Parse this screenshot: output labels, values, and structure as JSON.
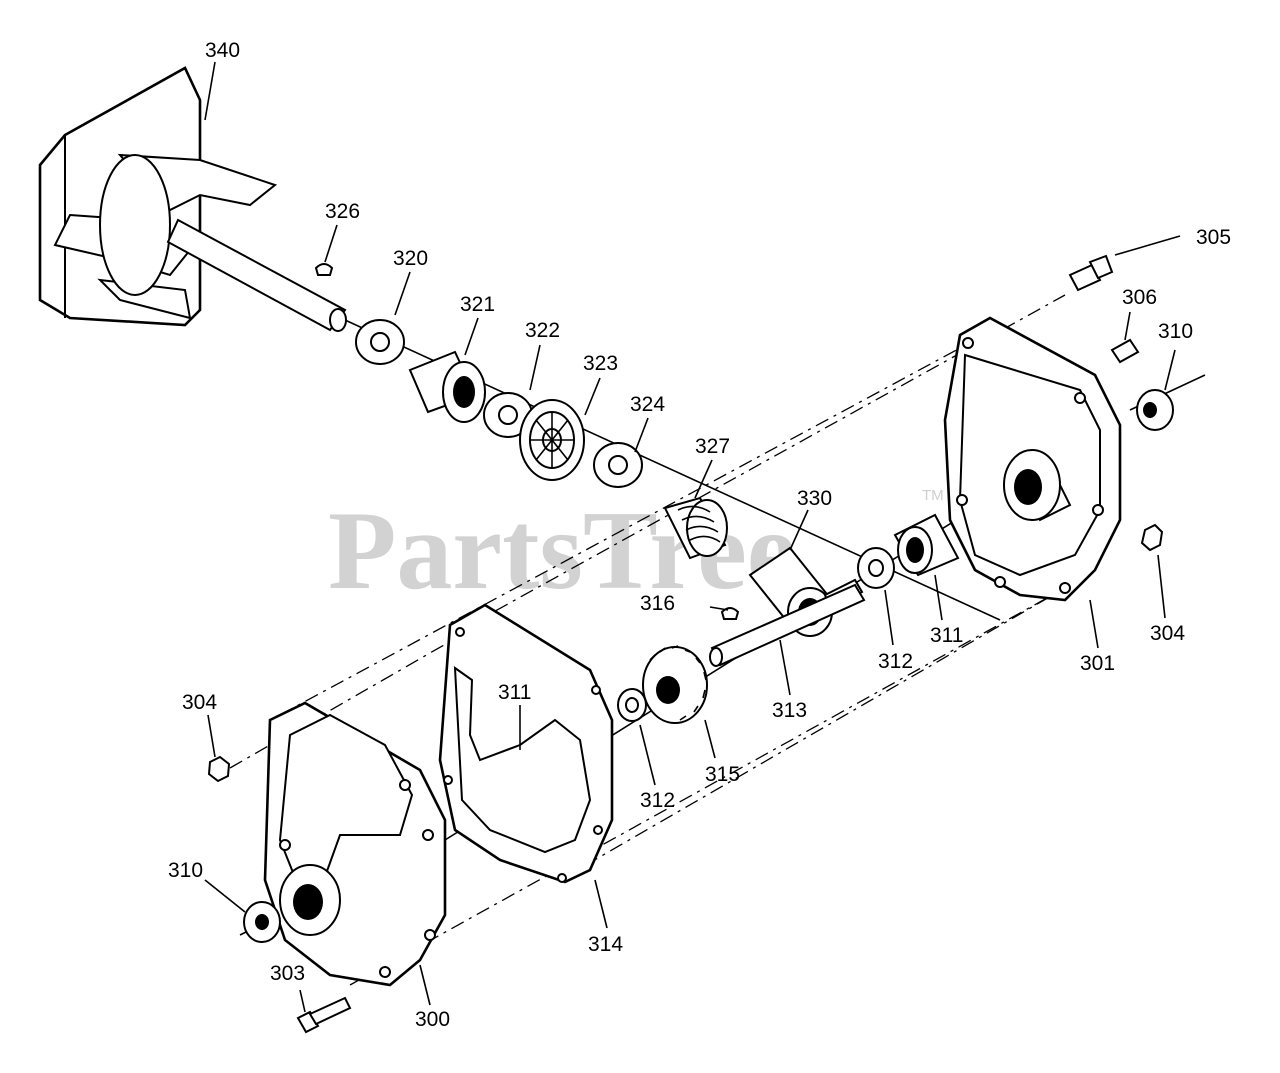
{
  "watermark": {
    "text": "PartsTree",
    "tm": "TM"
  },
  "callouts": [
    {
      "id": "340",
      "label": "340"
    },
    {
      "id": "326",
      "label": "326"
    },
    {
      "id": "320",
      "label": "320"
    },
    {
      "id": "321",
      "label": "321"
    },
    {
      "id": "322",
      "label": "322"
    },
    {
      "id": "323",
      "label": "323"
    },
    {
      "id": "324",
      "label": "324"
    },
    {
      "id": "327",
      "label": "327"
    },
    {
      "id": "330",
      "label": "330"
    },
    {
      "id": "305",
      "label": "305"
    },
    {
      "id": "306",
      "label": "306"
    },
    {
      "id": "310a",
      "label": "310"
    },
    {
      "id": "304a",
      "label": "304"
    },
    {
      "id": "301",
      "label": "301"
    },
    {
      "id": "311a",
      "label": "311"
    },
    {
      "id": "312a",
      "label": "312"
    },
    {
      "id": "313",
      "label": "313"
    },
    {
      "id": "316",
      "label": "316"
    },
    {
      "id": "315",
      "label": "315"
    },
    {
      "id": "312b",
      "label": "312"
    },
    {
      "id": "311b",
      "label": "311"
    },
    {
      "id": "314",
      "label": "314"
    },
    {
      "id": "304b",
      "label": "304"
    },
    {
      "id": "310b",
      "label": "310"
    },
    {
      "id": "303",
      "label": "303"
    },
    {
      "id": "300",
      "label": "300"
    }
  ]
}
